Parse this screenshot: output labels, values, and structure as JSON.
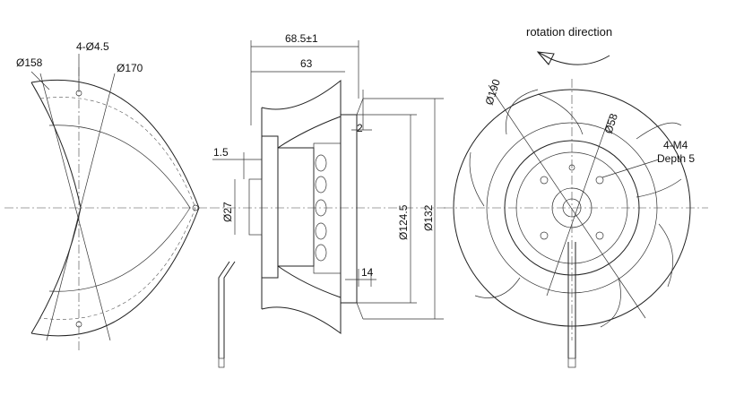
{
  "diagram": {
    "rotation_direction": "rotation direction",
    "left_view": {
      "dia_158": "Ø158",
      "holes": "4-Ø4.5",
      "dia_170": "Ø170"
    },
    "side_view": {
      "overall_length": "68.5±1",
      "length_63": "63",
      "dim_2": "2",
      "dim_1_5": "1.5",
      "dia_27": "Ø27",
      "dia_124_5": "Ø124.5",
      "dia_132": "Ø132",
      "dim_14": "14"
    },
    "front_view": {
      "dia_190": "Ø190",
      "dia_58": "Ø58",
      "threads": "4-M4",
      "depth": "Depth 5"
    }
  }
}
